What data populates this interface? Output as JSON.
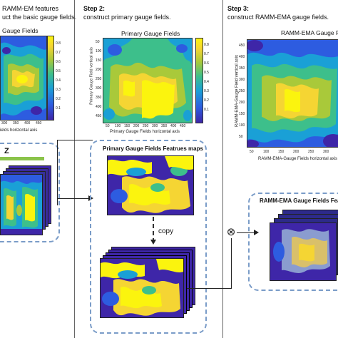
{
  "step1": {
    "line1": "RAMM-EM features",
    "line2": "uct the basic gauge fields.",
    "plot_title": "Gauge Fields",
    "xlabel": "ields horizontal axis",
    "xticks": [
      "300",
      "350",
      "400",
      "450"
    ],
    "cbar_ticks": [
      "0.8",
      "0.7",
      "0.6",
      "0.5",
      "0.4",
      "0.3",
      "0.2",
      "0.1"
    ],
    "z_label": "Z"
  },
  "step2": {
    "heading": "Step 2:",
    "subtitle": "construct primary gauge fields.",
    "plot_title": "Primary Gauge Fields",
    "xlabel": "Primary Gauge Fields horizontal axis",
    "ylabel": "Primary Gauge Field vertical axis",
    "xticks": [
      "50",
      "100",
      "150",
      "200",
      "250",
      "300",
      "350",
      "400",
      "450"
    ],
    "yticks": [
      "50",
      "100",
      "150",
      "200",
      "250",
      "300",
      "350",
      "400",
      "450"
    ],
    "cbar_ticks": [
      "0.8",
      "0.7",
      "0.6",
      "0.5",
      "0.4",
      "0.3",
      "0.2",
      "0.1"
    ],
    "maps_title": "Primary Gauge Fields Featrues maps",
    "copy_label": "copy"
  },
  "step3": {
    "heading": "Step 3:",
    "subtitle": "construct RAMM-EMA gauge fields.",
    "plot_title": "RAMM-EMA Gauge Fields",
    "xlabel": "RAMM-EMA-Gauge Fields horizontal axis",
    "ylabel": "RAMM-EMA-Gauge Field vertical axis",
    "xticks": [
      "50",
      "100",
      "150",
      "200",
      "250",
      "300"
    ],
    "yticks": [
      "450",
      "400",
      "350",
      "300",
      "250",
      "200",
      "150",
      "100",
      "50"
    ],
    "maps_title": "RAMM-EMA Gauge Fields Featu",
    "multiply_symbol": "⊗"
  },
  "colors": {
    "dark": "#3e26a8",
    "blue": "#2d5ce0",
    "cyan": "#1aa0d6",
    "green": "#3dbf8b",
    "yellow": "#fbf40e",
    "dashed_border": "#7a9cc8"
  }
}
